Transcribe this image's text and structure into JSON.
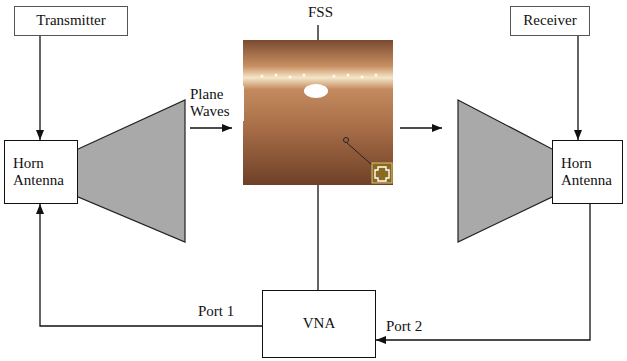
{
  "diagram": {
    "nodes": [
      {
        "text": [
          "Transmitter"
        ]
      },
      {
        "text": [
          "Horn Antenna"
        ]
      },
      {
        "text": [
          "Receiver"
        ]
      },
      {
        "text": [
          "Horn Antenna"
        ]
      },
      {
        "text": [
          "VNA"
        ]
      }
    ],
    "edges": [
      {
        "from": 0,
        "to": 1,
        "arrow": "to"
      },
      {
        "from": 2,
        "to": 3,
        "arrow": "to"
      },
      {
        "from": 4,
        "to": 1,
        "label": "Port 1",
        "arrow": "to"
      },
      {
        "from": 3,
        "to": 4,
        "label": "Port 2",
        "arrow": "to"
      }
    ],
    "labels": [
      "Plane Waves",
      "FSS"
    ]
  }
}
